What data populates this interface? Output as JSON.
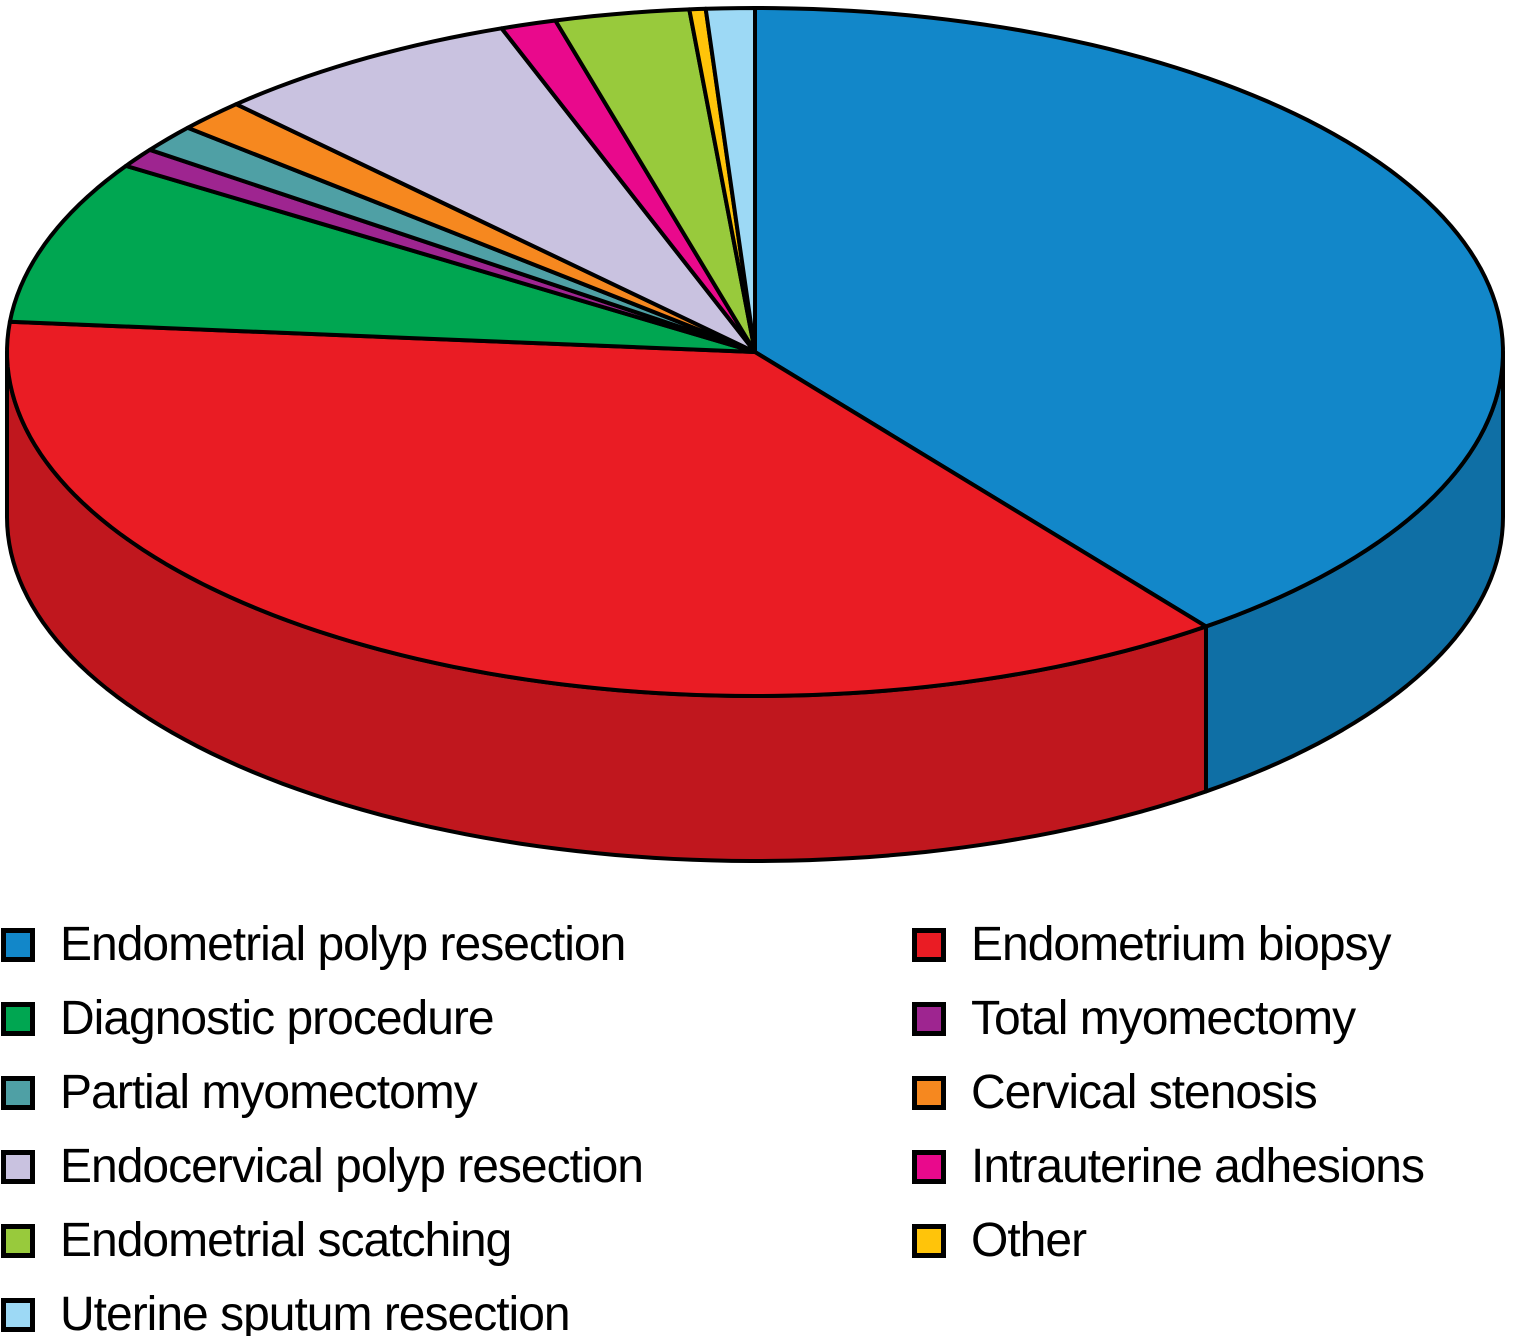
{
  "figure": {
    "kind": "3d-pie-figure",
    "background": "#ffffff",
    "outline_color": "#000000"
  },
  "chart_data": {
    "type": "pie",
    "style": "3d-exploded-none",
    "rotation": "clockwise-from-12-oclock",
    "grid": false,
    "legend_position": "bottom-two-columns",
    "title": "",
    "slices": [
      {
        "label": "Endometrial polyp resection",
        "value_pct": 39.7,
        "color": "#1287C9"
      },
      {
        "label": "Endometrium biopsy",
        "value_pct": 36.7,
        "color": "#EA1C24"
      },
      {
        "label": "Diagnostic procedure",
        "value_pct": 7.7,
        "color": "#00A651"
      },
      {
        "label": "Total myomectomy",
        "value_pct": 0.9,
        "color": "#9E2590"
      },
      {
        "label": "Partial myomectomy",
        "value_pct": 1.3,
        "color": "#4FA0A5"
      },
      {
        "label": "Cervical stenosis",
        "value_pct": 1.5,
        "color": "#F6881F"
      },
      {
        "label": "Endocervical polyp resection",
        "value_pct": 6.7,
        "color": "#C9C2E0"
      },
      {
        "label": "Intrauterine adhesions",
        "value_pct": 1.2,
        "color": "#E9098C"
      },
      {
        "label": "Endometrial scatching",
        "value_pct": 2.9,
        "color": "#98CA3C"
      },
      {
        "label": "Other",
        "value_pct": 0.35,
        "color": "#FFC40A"
      },
      {
        "label": "Uterine sputum resection",
        "value_pct": 1.05,
        "color": "#9DD9F5"
      }
    ],
    "legend": {
      "left_column": [
        "Endometrial polyp resection",
        "Diagnostic procedure",
        "Partial myomectomy",
        "Endocervical polyp resection",
        "Endometrial scatching",
        "Uterine sputum resection"
      ],
      "right_column": [
        "Endometrium biopsy",
        "Total myomectomy",
        "Cervical stenosis",
        "Intrauterine adhesions",
        "Other"
      ]
    }
  }
}
